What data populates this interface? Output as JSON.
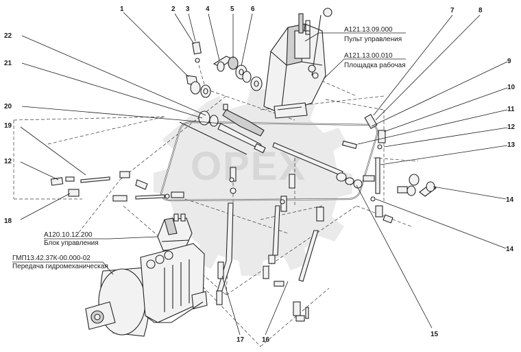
{
  "diagram": {
    "watermark_text": "OPEX",
    "callouts": [
      "1",
      "2",
      "3",
      "4",
      "5",
      "6",
      "7",
      "8",
      "9",
      "10",
      "11",
      "12",
      "13",
      "14",
      "14",
      "15",
      "16",
      "17",
      "18",
      "19",
      "20",
      "21",
      "22",
      "12"
    ],
    "assemblies": [
      {
        "code": "А121.13.09.000",
        "name": "Пульт управления"
      },
      {
        "code": "А121.13.00.010",
        "name": "Площадка рабочая"
      },
      {
        "code": "А120.10.12.200",
        "name": "Блок управления"
      },
      {
        "code": "ГМП13.42.37К-00.000-02",
        "name": "Передача гидромеханическая"
      }
    ]
  }
}
